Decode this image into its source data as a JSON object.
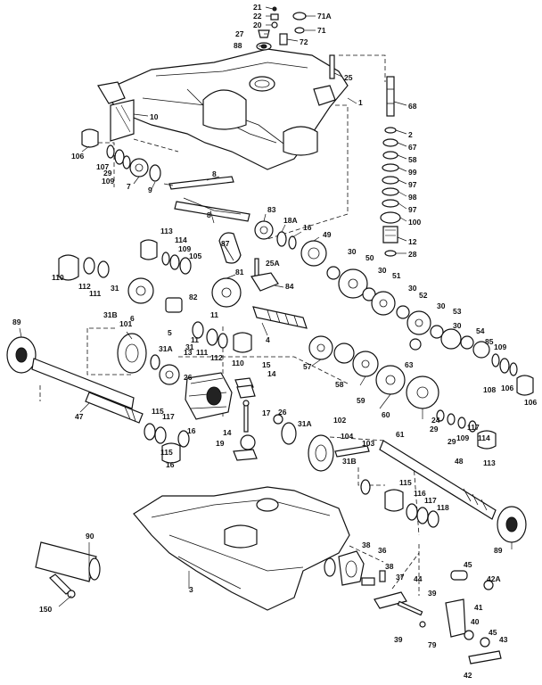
{
  "labels": [
    {
      "text": "21"
    },
    {
      "text": "22"
    },
    {
      "text": "20"
    },
    {
      "text": "27"
    },
    {
      "text": "88"
    },
    {
      "text": "71A"
    },
    {
      "text": "71"
    },
    {
      "text": "72"
    },
    {
      "text": "25"
    },
    {
      "text": "1"
    },
    {
      "text": "68"
    },
    {
      "text": "2"
    },
    {
      "text": "67"
    },
    {
      "text": "58"
    },
    {
      "text": "99"
    },
    {
      "text": "97"
    },
    {
      "text": "98"
    },
    {
      "text": "97"
    },
    {
      "text": "100"
    },
    {
      "text": "12"
    },
    {
      "text": "28"
    },
    {
      "text": "10"
    },
    {
      "text": "106"
    },
    {
      "text": "107"
    },
    {
      "text": "29"
    },
    {
      "text": "109"
    },
    {
      "text": "7"
    },
    {
      "text": "9"
    },
    {
      "text": "8"
    },
    {
      "text": "8"
    },
    {
      "text": "83"
    },
    {
      "text": "18A"
    },
    {
      "text": "16"
    },
    {
      "text": "49"
    },
    {
      "text": "87"
    },
    {
      "text": "113"
    },
    {
      "text": "114"
    },
    {
      "text": "109"
    },
    {
      "text": "105"
    },
    {
      "text": "25A"
    },
    {
      "text": "30"
    },
    {
      "text": "50"
    },
    {
      "text": "30"
    },
    {
      "text": "51"
    },
    {
      "text": "110"
    },
    {
      "text": "112"
    },
    {
      "text": "111"
    },
    {
      "text": "31"
    },
    {
      "text": "81"
    },
    {
      "text": "84"
    },
    {
      "text": "30"
    },
    {
      "text": "6"
    },
    {
      "text": "82"
    },
    {
      "text": "52"
    },
    {
      "text": "30"
    },
    {
      "text": "31B"
    },
    {
      "text": "5"
    },
    {
      "text": "11"
    },
    {
      "text": "53"
    },
    {
      "text": "89"
    },
    {
      "text": "101"
    },
    {
      "text": "11"
    },
    {
      "text": "4"
    },
    {
      "text": "30"
    },
    {
      "text": "54"
    },
    {
      "text": "31"
    },
    {
      "text": "111"
    },
    {
      "text": "112"
    },
    {
      "text": "85"
    },
    {
      "text": "31A"
    },
    {
      "text": "110"
    },
    {
      "text": "57"
    },
    {
      "text": "109"
    },
    {
      "text": "13"
    },
    {
      "text": "58"
    },
    {
      "text": "63"
    },
    {
      "text": "26"
    },
    {
      "text": "15"
    },
    {
      "text": "59"
    },
    {
      "text": "108"
    },
    {
      "text": "106"
    },
    {
      "text": "14"
    },
    {
      "text": "106"
    },
    {
      "text": "60"
    },
    {
      "text": "47"
    },
    {
      "text": "115"
    },
    {
      "text": "117"
    },
    {
      "text": "17"
    },
    {
      "text": "26"
    },
    {
      "text": "16"
    },
    {
      "text": "31A"
    },
    {
      "text": "102"
    },
    {
      "text": "29"
    },
    {
      "text": "24"
    },
    {
      "text": "29"
    },
    {
      "text": "109"
    },
    {
      "text": "61"
    },
    {
      "text": "117"
    },
    {
      "text": "14"
    },
    {
      "text": "114"
    },
    {
      "text": "115"
    },
    {
      "text": "19"
    },
    {
      "text": "16"
    },
    {
      "text": "104"
    },
    {
      "text": "103"
    },
    {
      "text": "48"
    },
    {
      "text": "113"
    },
    {
      "text": "31B"
    },
    {
      "text": "115"
    },
    {
      "text": "116"
    },
    {
      "text": "117"
    },
    {
      "text": "118"
    },
    {
      "text": "90"
    },
    {
      "text": "89"
    },
    {
      "text": "38"
    },
    {
      "text": "36"
    },
    {
      "text": "3"
    },
    {
      "text": "38"
    },
    {
      "text": "37"
    },
    {
      "text": "45"
    },
    {
      "text": "42A"
    },
    {
      "text": "44"
    },
    {
      "text": "150"
    },
    {
      "text": "39"
    },
    {
      "text": "41"
    },
    {
      "text": "40"
    },
    {
      "text": "45"
    },
    {
      "text": "43"
    },
    {
      "text": "39"
    },
    {
      "text": "79"
    },
    {
      "text": "42"
    }
  ]
}
